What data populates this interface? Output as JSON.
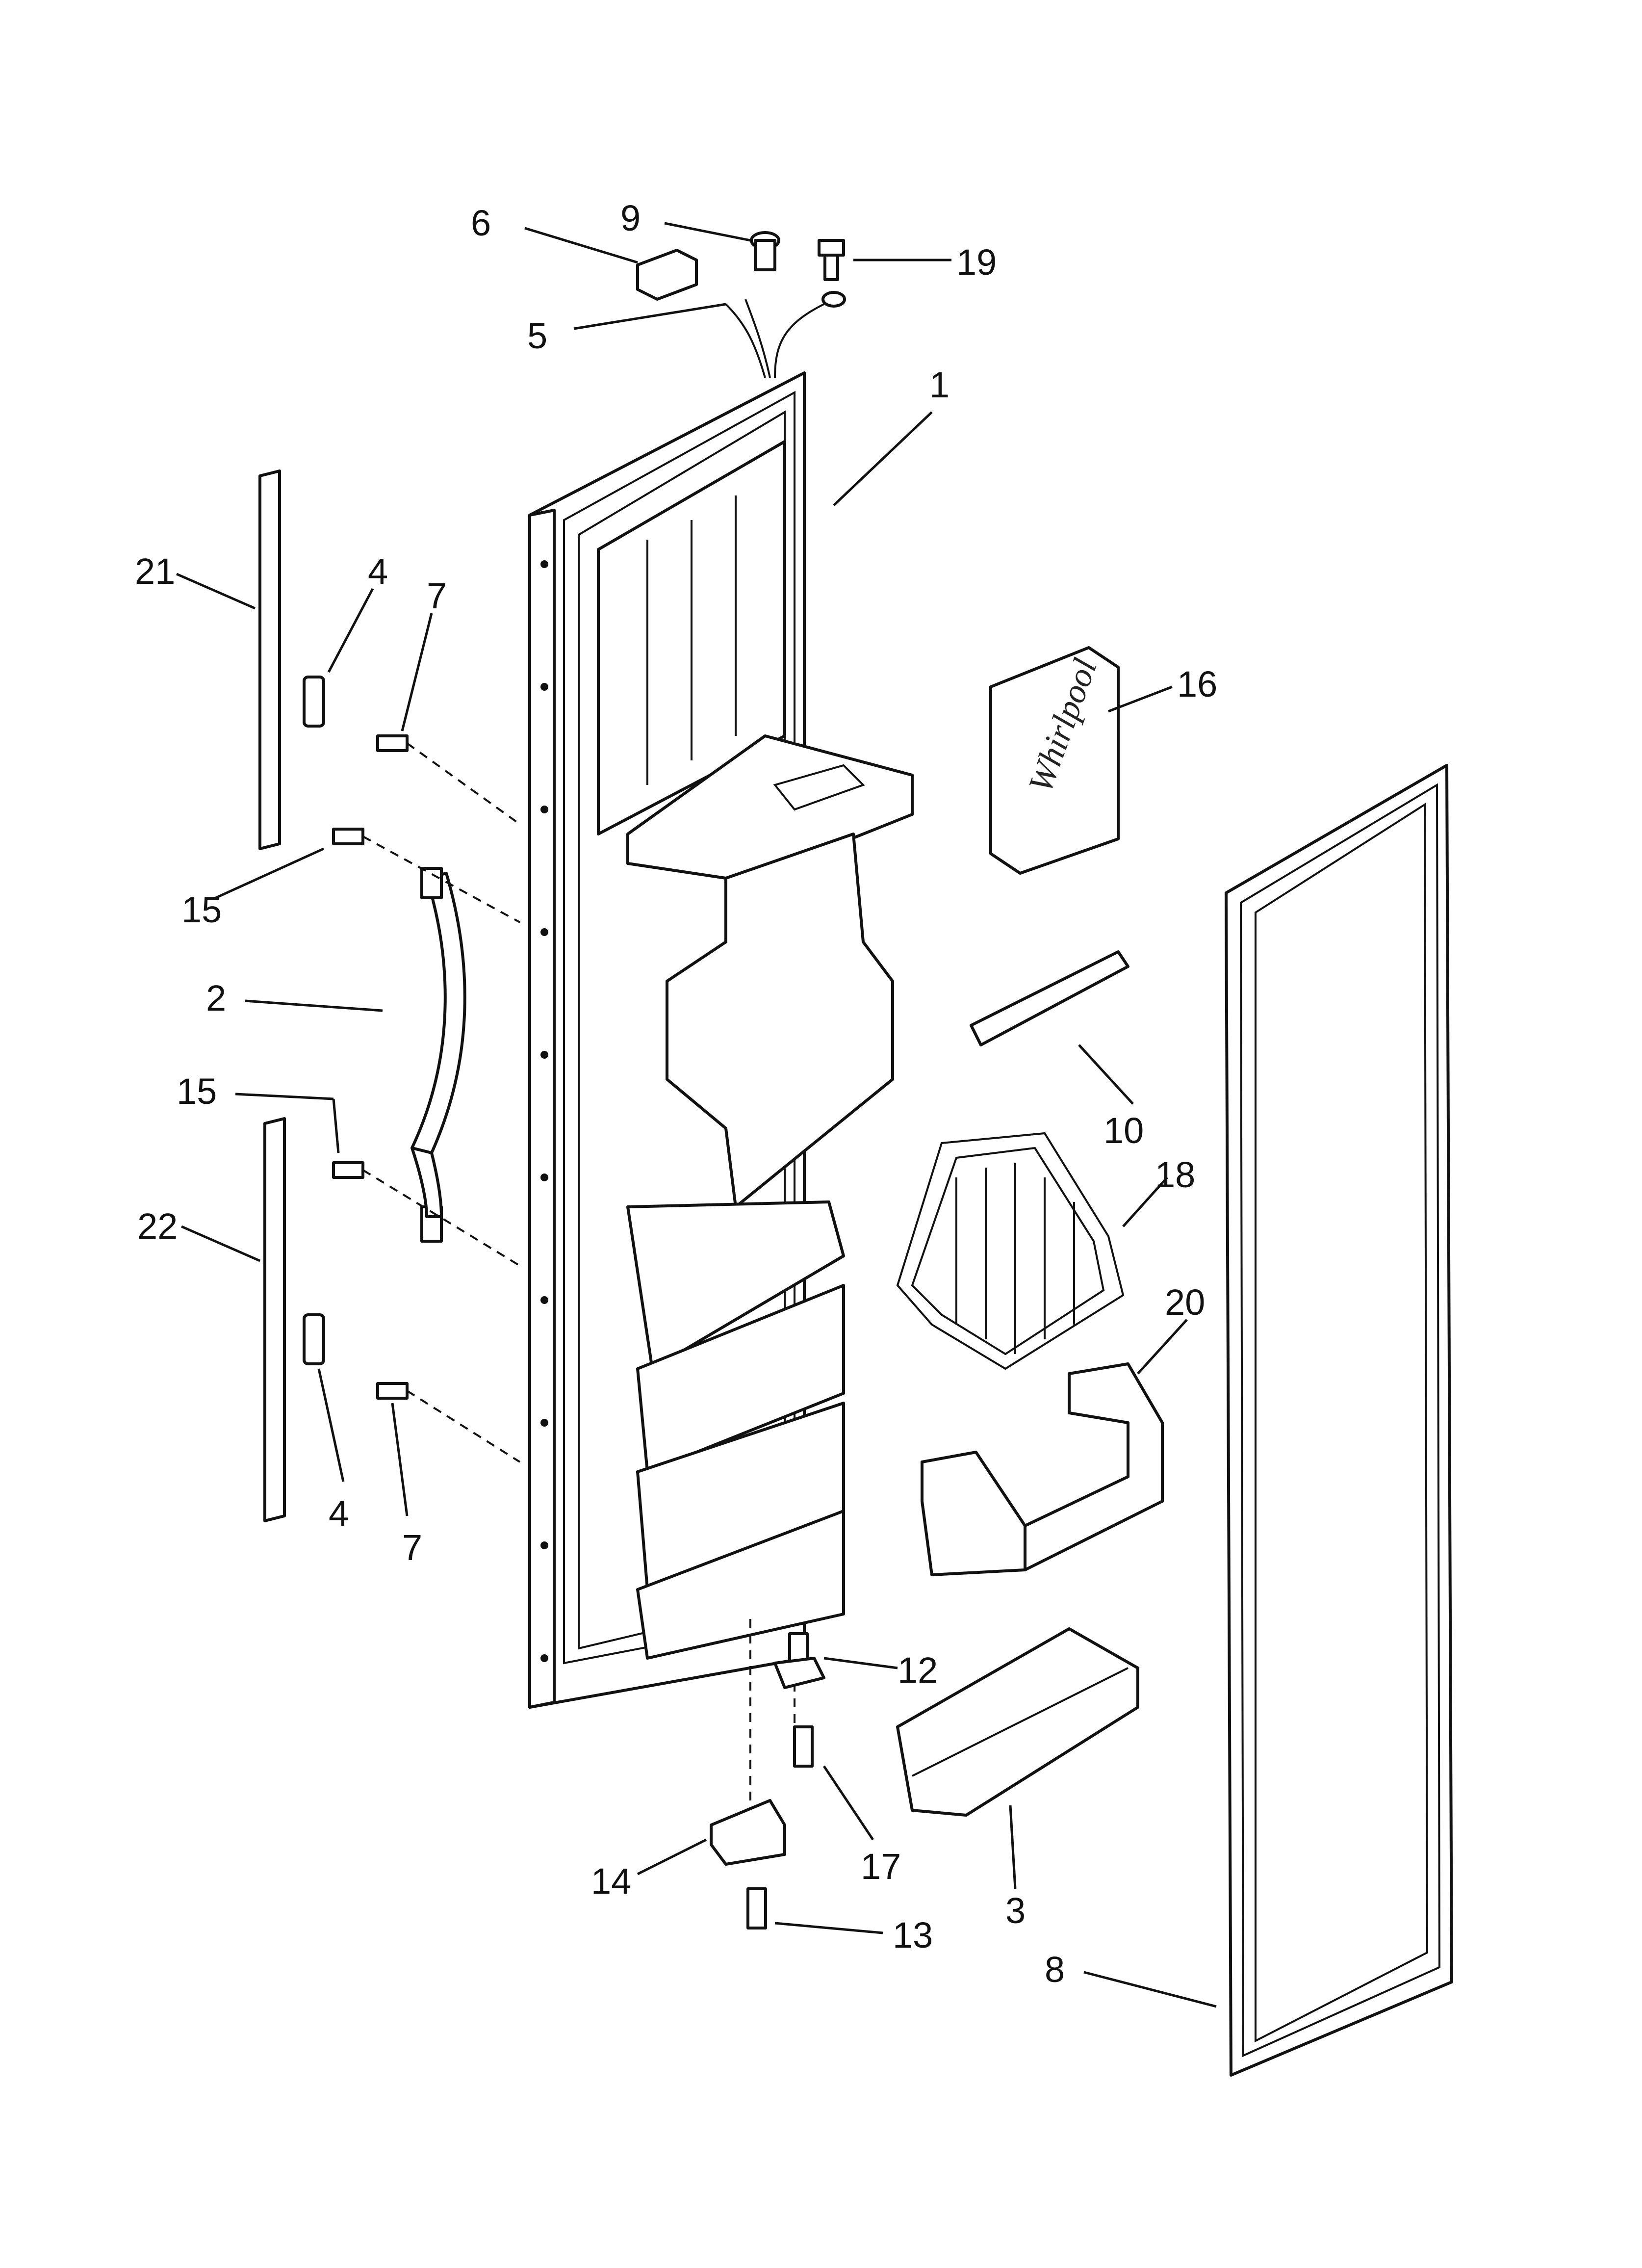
{
  "callouts": [
    {
      "id": "1",
      "label": "1"
    },
    {
      "id": "2",
      "label": "2"
    },
    {
      "id": "3",
      "label": "3"
    },
    {
      "id": "4a",
      "label": "4"
    },
    {
      "id": "4b",
      "label": "4"
    },
    {
      "id": "5",
      "label": "5"
    },
    {
      "id": "6",
      "label": "6"
    },
    {
      "id": "7a",
      "label": "7"
    },
    {
      "id": "7b",
      "label": "7"
    },
    {
      "id": "8",
      "label": "8"
    },
    {
      "id": "9",
      "label": "9"
    },
    {
      "id": "10",
      "label": "10"
    },
    {
      "id": "12",
      "label": "12"
    },
    {
      "id": "13",
      "label": "13"
    },
    {
      "id": "14",
      "label": "14"
    },
    {
      "id": "15a",
      "label": "15"
    },
    {
      "id": "15b",
      "label": "15"
    },
    {
      "id": "16",
      "label": "16"
    },
    {
      "id": "17",
      "label": "17"
    },
    {
      "id": "18",
      "label": "18"
    },
    {
      "id": "19",
      "label": "19"
    },
    {
      "id": "20",
      "label": "20"
    },
    {
      "id": "21",
      "label": "21"
    },
    {
      "id": "22",
      "label": "22"
    }
  ],
  "brand": {
    "logo_text": "Whirlpool"
  },
  "colors": {
    "ink": "#111111",
    "paper": "#ffffff"
  }
}
